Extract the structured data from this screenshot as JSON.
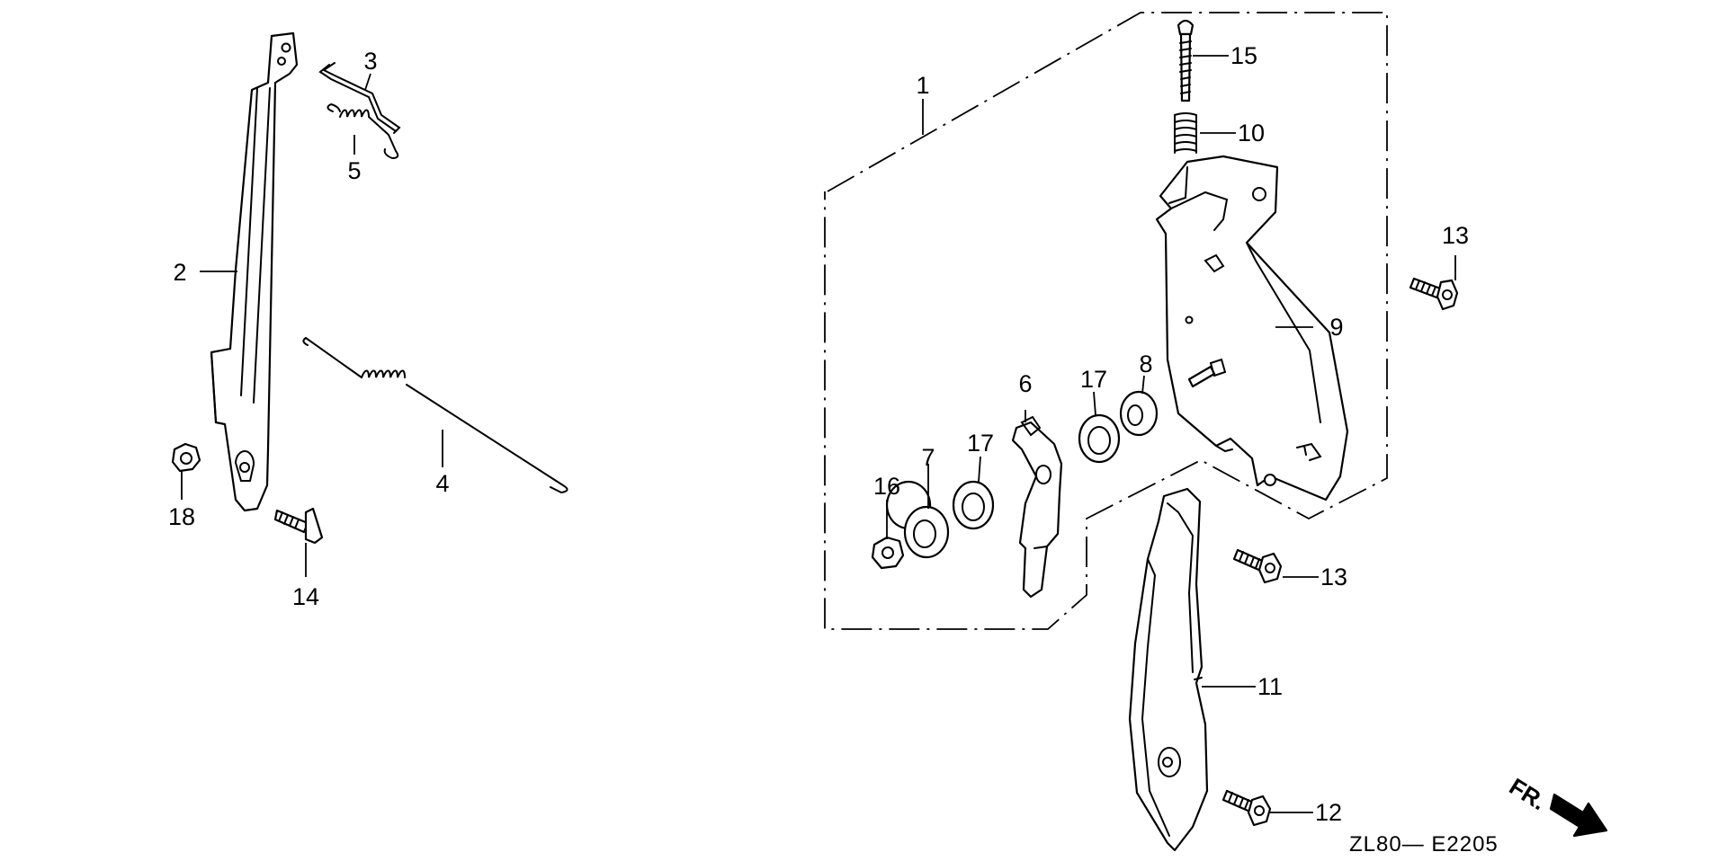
{
  "diagram": {
    "reference_code": "ZL80— E2205",
    "direction_label": "FR.",
    "callouts": [
      {
        "key": "c1",
        "label": "1"
      },
      {
        "key": "c2",
        "label": "2"
      },
      {
        "key": "c3",
        "label": "3"
      },
      {
        "key": "c4",
        "label": "4"
      },
      {
        "key": "c5",
        "label": "5"
      },
      {
        "key": "c6",
        "label": "6"
      },
      {
        "key": "c7",
        "label": "7"
      },
      {
        "key": "c8",
        "label": "8"
      },
      {
        "key": "c9",
        "label": "9"
      },
      {
        "key": "c10",
        "label": "10"
      },
      {
        "key": "c11",
        "label": "11"
      },
      {
        "key": "c12",
        "label": "12"
      },
      {
        "key": "c13a",
        "label": "13"
      },
      {
        "key": "c13b",
        "label": "13"
      },
      {
        "key": "c14",
        "label": "14"
      },
      {
        "key": "c15",
        "label": "15"
      },
      {
        "key": "c16",
        "label": "16"
      },
      {
        "key": "c17a",
        "label": "17"
      },
      {
        "key": "c17b",
        "label": "17"
      },
      {
        "key": "c18",
        "label": "18"
      }
    ],
    "icons": [
      "front-direction-arrow-icon"
    ]
  }
}
